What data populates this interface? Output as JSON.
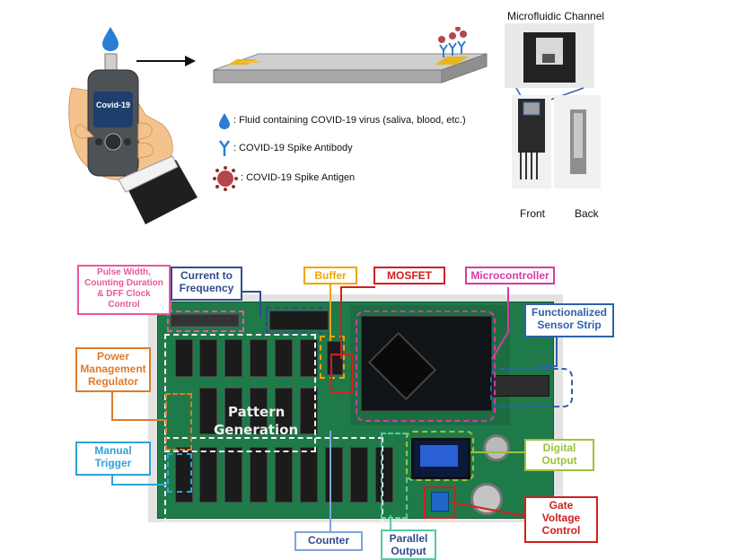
{
  "top_panel": {
    "device_screen_label": "Covid-19",
    "legend": [
      {
        "icon": "droplet-icon",
        "text": ": Fluid containing COVID-19 virus (saliva, blood, etc.)"
      },
      {
        "icon": "antibody-icon",
        "text": ": COVID-19 Spike Antibody"
      },
      {
        "icon": "virus-icon",
        "text": ": COVID-19 Spike Antigen"
      }
    ],
    "photo_title": "Microfluidic Channel",
    "photo_labels": {
      "front": "Front",
      "back": "Back"
    }
  },
  "board_panel": {
    "board_labels": {
      "pattern": "Pattern",
      "generation": "Generation"
    },
    "callouts": {
      "pulse_width": "Pulse Width, Counting Duration & DFF Clock Control",
      "current_to_frequency": "Current to Frequency",
      "buffer": "Buffer",
      "mosfet": "MOSFET",
      "microcontroller": "Microcontroller",
      "functionalized": "Functionalized Sensor Strip",
      "power": "Power Management Regulator",
      "manual_trigger": "Manual Trigger",
      "digital_output": "Digital Output",
      "gate_voltage": "Gate Voltage Control",
      "counter": "Counter",
      "parallel_output": "Parallel Output"
    },
    "colors": {
      "pulse_width": "#e8579b",
      "current_to_frequency": "#2f4c8e",
      "buffer": "#f0a500",
      "mosfet": "#d02020",
      "microcontroller": "#d63aa8",
      "functionalized": "#2f62a8",
      "power": "#e07b2a",
      "manual_trigger": "#2ea3d9",
      "digital_output": "#9bc23c",
      "gate_voltage": "#d02020",
      "counter": "#7ea6d8",
      "parallel_output": "#57c9a0"
    }
  }
}
